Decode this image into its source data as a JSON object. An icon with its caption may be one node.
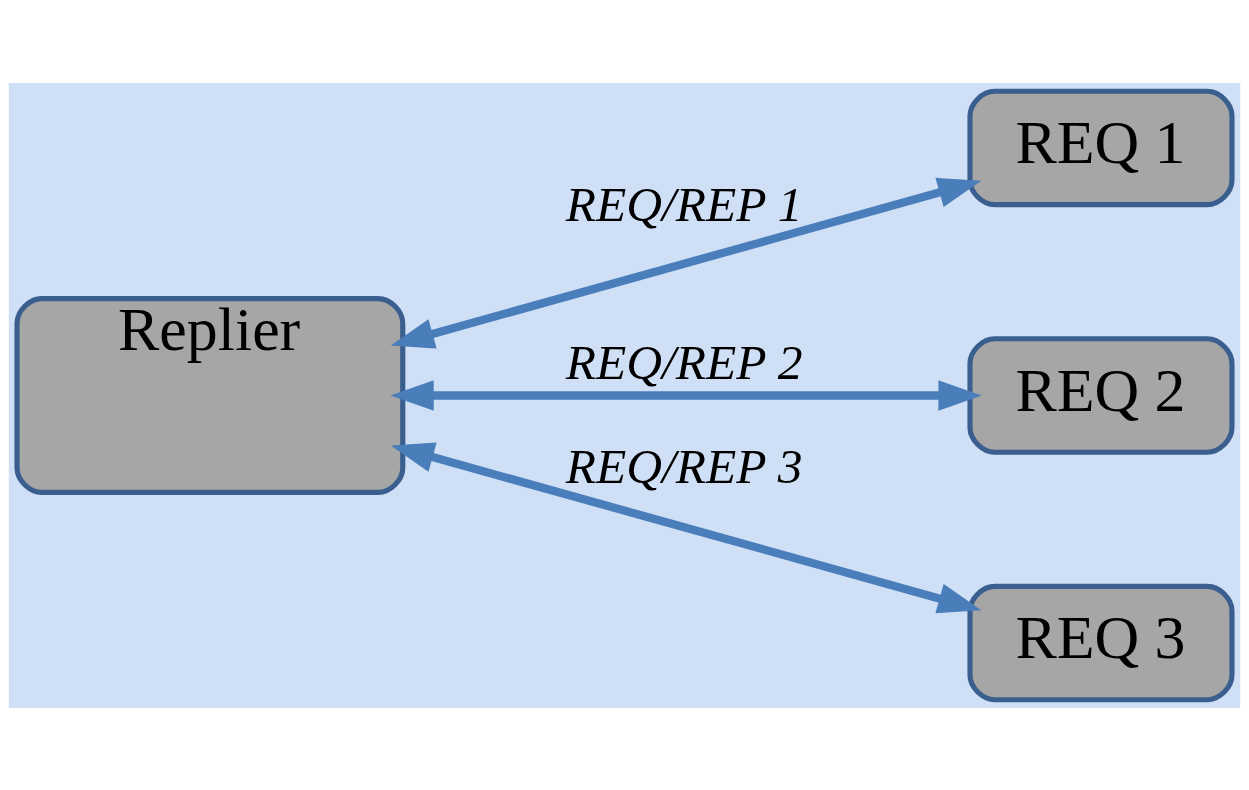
{
  "diagram": {
    "nodes": [
      {
        "text": [
          "Replier"
        ]
      },
      {
        "text": [
          "REQ 1"
        ]
      },
      {
        "text": [
          "REQ 2"
        ]
      },
      {
        "text": [
          "REQ 3"
        ]
      }
    ],
    "edges": [
      {
        "from": 0,
        "to": 1,
        "arrow": "both",
        "label": "REQ/REP 1"
      },
      {
        "from": 0,
        "to": 2,
        "arrow": "both",
        "label": "REQ/REP 2"
      },
      {
        "from": 0,
        "to": 3,
        "arrow": "both",
        "label": "REQ/REP 3"
      }
    ]
  }
}
